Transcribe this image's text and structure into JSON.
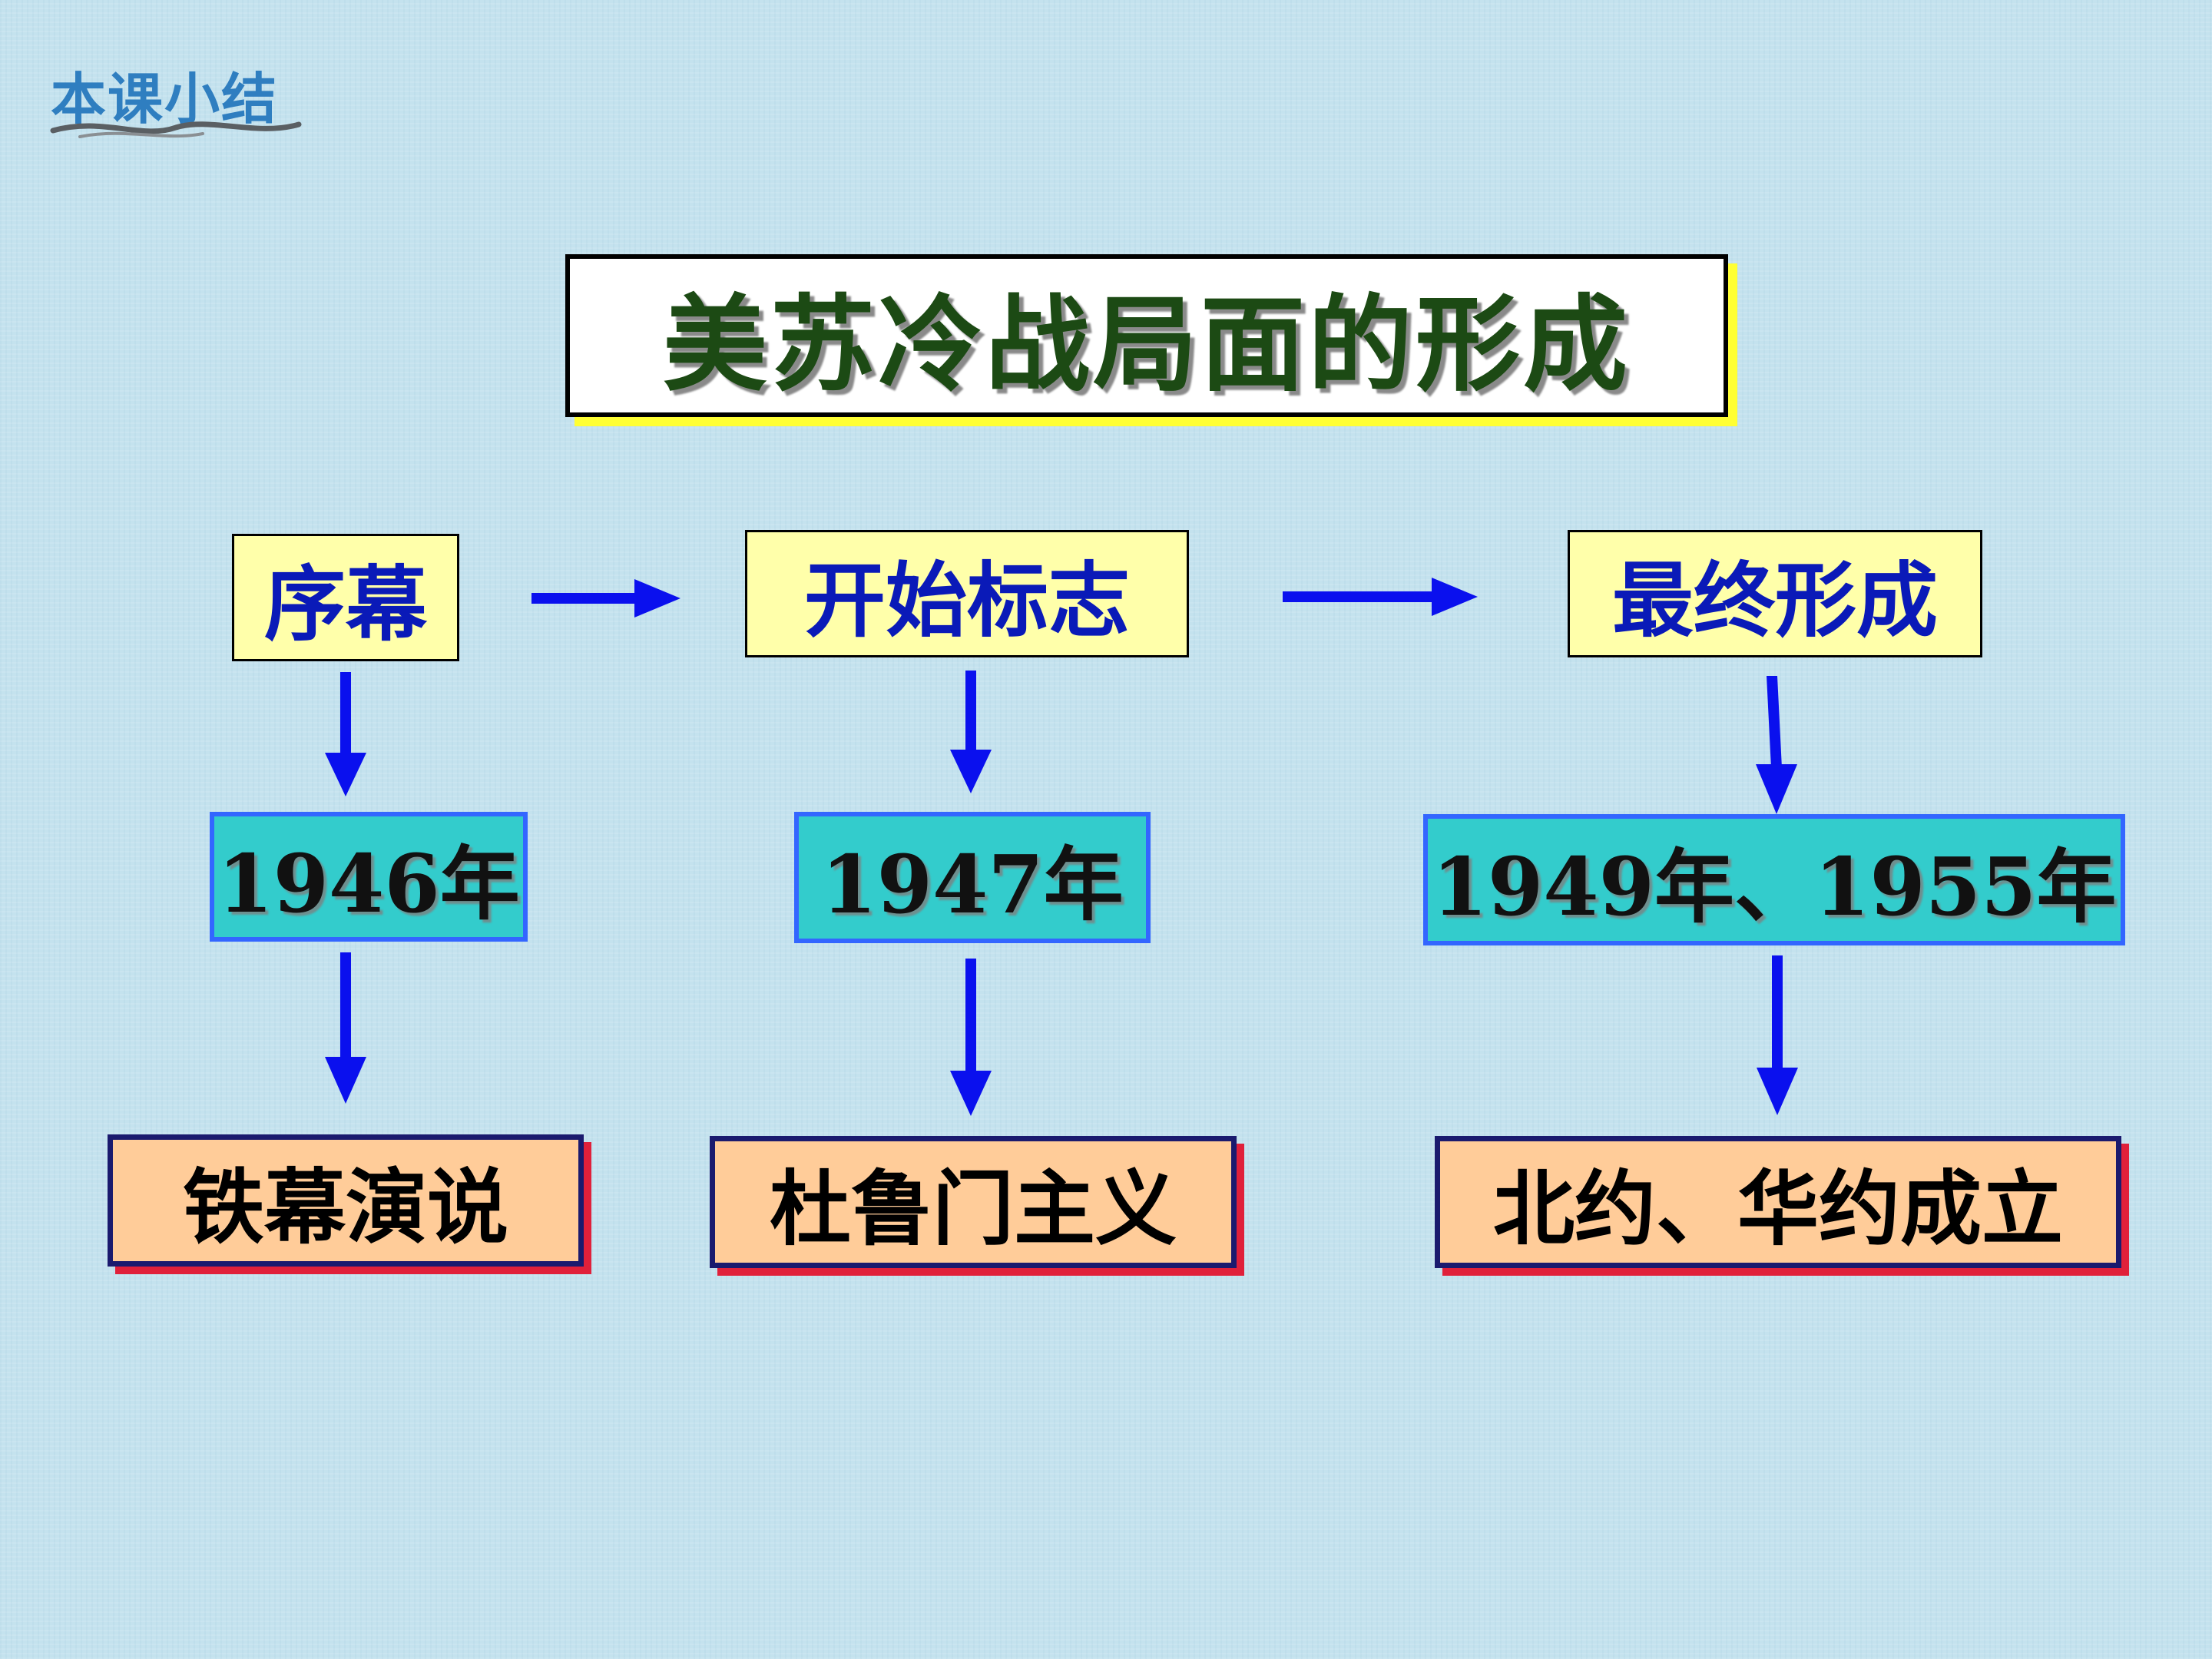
{
  "corner_label": "本课小结",
  "title": "美苏冷战局面的形成",
  "stages": [
    {
      "label": "序幕",
      "year": "1946年",
      "event": "铁幕演说"
    },
    {
      "label": "开始标志",
      "year": "1947年",
      "event": "杜鲁门主义"
    },
    {
      "label": "最终形成",
      "year": "1949年、1955年",
      "event": "北约、华约成立"
    }
  ],
  "colors": {
    "arrow": "#0a10ee",
    "stage_fill": "#ffffaa",
    "year_fill": "#33cccc",
    "year_border": "#3366ff",
    "event_fill": "#ffcc99",
    "event_border": "#1a1a6e",
    "event_shadow": "#e0203a",
    "title_text": "#1c4a14",
    "title_shadow": "#ffff33"
  }
}
